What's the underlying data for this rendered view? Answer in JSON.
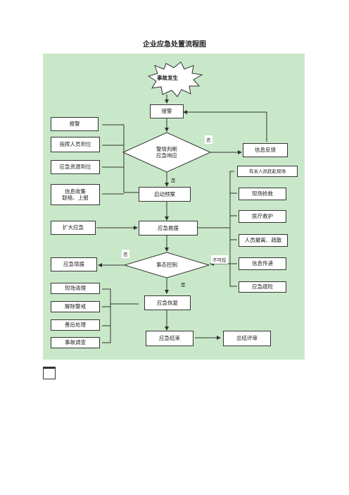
{
  "title": "企业应急处置流程图",
  "nodes": {
    "start": "事故发生",
    "alarm": "接警",
    "judge": "警情判断\n应急响应",
    "feedback": "信息反馈",
    "plan": "启动预案",
    "rescue": "应急救援",
    "control": "事态控制",
    "reinforce": "应急增援",
    "recover": "应急恢复",
    "end": "应急结束",
    "summary": "总结评审"
  },
  "left_steps_top": [
    "报警",
    "指挥人员到位",
    "应急资源到位",
    "信息收集\n联络、上报"
  ],
  "expand": "扩大应急",
  "left_steps_bottom": [
    "现场清理",
    "解除警戒",
    "善后处理",
    "事故调查"
  ],
  "right_steps": [
    "有关人员赶赴现场",
    "现场抢救",
    "医疗救护",
    "人员撤离、疏散",
    "信息传递",
    "应急疏险"
  ],
  "labels": {
    "no_judge": "否",
    "yes_judge": "是",
    "no_control": "否",
    "yes_control": "是",
    "not_controllable": "不可控"
  }
}
